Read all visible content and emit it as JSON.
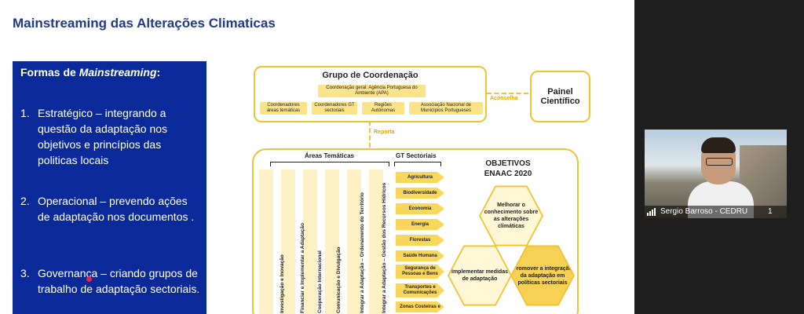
{
  "slide": {
    "title": "Mainstreaming das Alterações Climaticas",
    "box": {
      "heading_prefix": "Formas de ",
      "heading_emph": "Mainstreaming",
      "heading_suffix": ":",
      "items": [
        {
          "num": "1.",
          "text": "Estratégico – integrando a questão da adaptação nos objetivos e princípios das politicas locais"
        },
        {
          "num": "2.",
          "text": "Operacional – prevendo ações de adaptação nos documentos ."
        },
        {
          "num": "3.",
          "text": "Governança – criando grupos de trabalho de adaptação sectoriais."
        }
      ]
    },
    "diagram": {
      "grupo_title": "Grupo de Coordenação",
      "coord_geral": "Coordenação geral: Agência Portuguesa do Ambiente (APA)",
      "members": [
        "Coordenadores áreas temáticas",
        "Coordenadores GT sectoriais",
        "Regiões Autónomas",
        "Associação Nacional de Municípios Portugueses"
      ],
      "painel": "Painel Científico",
      "aconselha": "Aconselha",
      "reporta": "Reporta",
      "areas_label": "Áreas Temáticas",
      "gt_label": "GT Sectoriais",
      "areas": [
        "Investigação e Inovação",
        "Financiar e Implementar a Adaptação",
        "Cooperação Internacional",
        "Comunicação e Divulgação",
        "Integrar a Adaptação – Ordenamento do Território",
        "Integrar a Adaptação – Gestão dos Recursos Hídricos"
      ],
      "sectors": [
        "Agricultura",
        "Biodiversidade",
        "Economia",
        "Energia",
        "Florestas",
        "Saúde Humana",
        "Segurança de Pessoas e Bens",
        "Transportes e Comunicações",
        "Zonas Costeiras e"
      ],
      "objetivos_title": "OBJETIVOS ENAAC 2020",
      "objetivos": [
        "Melhorar o conhecimento sobre as alterações climáticas",
        "Implementar medidas de adaptação",
        "Promover a integração da adaptação em políticas sectoriais"
      ]
    }
  },
  "participant": {
    "name": "Sergio Barroso - CEDRU",
    "index": "1"
  },
  "colors": {
    "accent": "#f1c232",
    "box_blue": "#0a2a99",
    "title_blue": "#1f3a8a"
  }
}
